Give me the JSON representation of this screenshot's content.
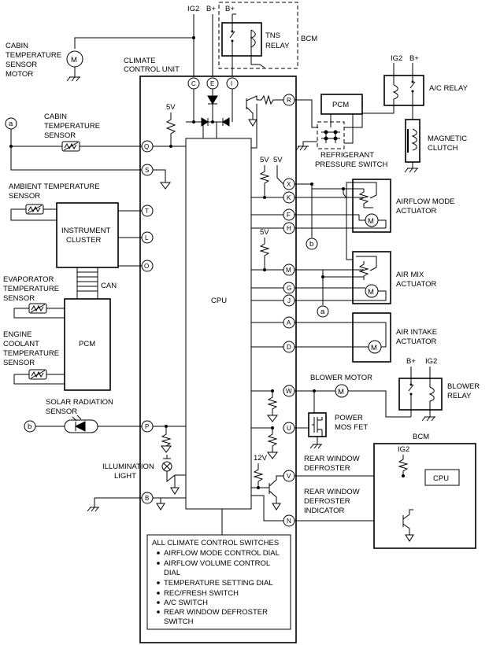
{
  "labels": {
    "ig2_top": "IG2",
    "bplus_top1": "B+",
    "bplus_top2": "B+",
    "bcm_top": "BCM",
    "tns_relay": [
      "TNS",
      "RELAY"
    ],
    "cabin_motor": [
      "CABIN",
      "TEMPERATURE",
      "SENSOR",
      "MOTOR"
    ],
    "climate_unit": [
      "CLIMATE",
      "CONTROL UNIT"
    ],
    "cabin_sensor": [
      "CABIN",
      "TEMPERATURE",
      "SENSOR"
    ],
    "ambient_sensor": [
      "AMBIENT TEMPERATURE",
      "SENSOR"
    ],
    "instrument_cluster": [
      "INSTRUMENT",
      "CLUSTER"
    ],
    "can": "CAN",
    "evap_sensor": [
      "EVAPORATOR",
      "TEMPERATURE",
      "SENSOR"
    ],
    "engine_sensor": [
      "ENGINE",
      "COOLANT",
      "TEMPERATURE",
      "SENSOR"
    ],
    "pcm_left": "PCM",
    "solar_sensor": [
      "SOLAR RADIATION",
      "SENSOR"
    ],
    "illumination": [
      "ILLUMINATION",
      "LIGHT"
    ],
    "cpu_main": "CPU",
    "five_v": "5V",
    "twelve_v": "12V",
    "pcm_top": "PCM",
    "refrig_switch": [
      "REFRIGERANT",
      "PRESSURE SWITCH"
    ],
    "ig2_ac": "IG2",
    "bplus_ac": "B+",
    "ac_relay": "A/C RELAY",
    "magnetic_clutch": [
      "MAGNETIC",
      "CLUTCH"
    ],
    "airflow_actuator": [
      "AIRFLOW MODE",
      "ACTUATOR"
    ],
    "airmix_actuator": [
      "AIR MIX",
      "ACTUATOR"
    ],
    "airintake_actuator": [
      "AIR INTAKE",
      "ACTUATOR"
    ],
    "blower_motor": "BLOWER MOTOR",
    "bplus_blower": "B+",
    "ig2_blower": "IG2",
    "blower_relay": [
      "BLOWER",
      "RELAY"
    ],
    "power_mos": [
      "POWER",
      "MOS FET"
    ],
    "rear_defroster": [
      "REAR WINDOW",
      "DEFROSTER"
    ],
    "rear_indicator": [
      "REAR WINDOW",
      "DEFROSTER",
      "INDICATOR"
    ],
    "bcm_bottom": "BCM",
    "ig2_bcm": "IG2",
    "cpu_bcm": "CPU",
    "motor_symbol": "M",
    "connector_a": "a",
    "connector_b": "b"
  },
  "switches_title": "ALL CLIMATE CONTROL SWITCHES",
  "switches": [
    [
      "AIRFLOW MODE CONTROL DIAL"
    ],
    [
      "AIRFLOW VOLUME CONTROL",
      "DIAL"
    ],
    [
      "TEMPERATURE SETTING DIAL"
    ],
    [
      "REC/FRESH SWITCH"
    ],
    [
      "A/C SWITCH"
    ],
    [
      "REAR WINDOW DEFROSTER",
      "SWITCH"
    ]
  ],
  "pins": {
    "top": [
      "C",
      "E",
      "I"
    ],
    "left": [
      "Q",
      "S",
      "T",
      "L",
      "O",
      "P",
      "B"
    ],
    "right": [
      "R",
      "X",
      "K",
      "F",
      "H",
      "M",
      "G",
      "J",
      "A",
      "D",
      "W",
      "U",
      "V",
      "N"
    ]
  }
}
